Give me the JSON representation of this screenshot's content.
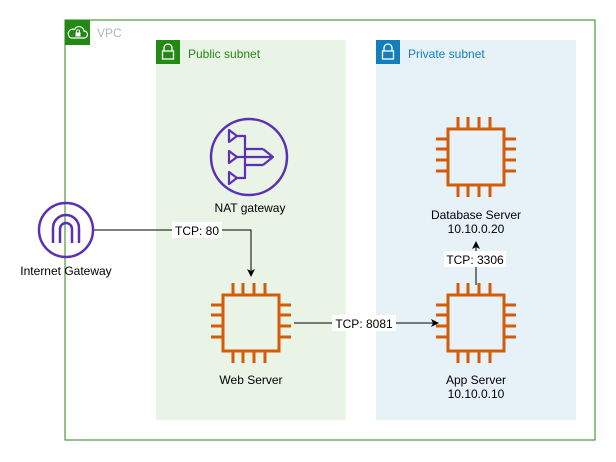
{
  "vpc": {
    "label": "VPC",
    "border_color": "#248814",
    "text_color": "#aab7b8",
    "icon": "vpc-cloud-lock-icon"
  },
  "public_subnet": {
    "label": "Public subnet",
    "fill": "#e9f3e6",
    "accent": "#248814",
    "text_color": "#248814",
    "icon": "lock-icon"
  },
  "private_subnet": {
    "label": "Private subnet",
    "fill": "#e6f2f8",
    "accent": "#147eba",
    "text_color": "#147eba",
    "icon": "lock-icon"
  },
  "nodes": {
    "internet_gateway": {
      "label": "Internet Gateway",
      "icon": "internet-gateway-icon",
      "color": "#5a30b5"
    },
    "nat_gateway": {
      "label": "NAT gateway",
      "icon": "nat-gateway-icon",
      "color": "#5a30b5"
    },
    "web_server": {
      "label": "Web Server",
      "icon": "ec2-instance-icon",
      "color": "#d45b07"
    },
    "app_server": {
      "label": "App Server",
      "ip": "10.10.0.10",
      "icon": "ec2-instance-icon",
      "color": "#d45b07"
    },
    "database_server": {
      "label": "Database Server",
      "ip": "10.10.0.20",
      "icon": "ec2-instance-icon",
      "color": "#d45b07"
    }
  },
  "edges": {
    "igw_to_web": {
      "label": "TCP: 80"
    },
    "web_to_app": {
      "label": "TCP: 8081"
    },
    "app_to_db": {
      "label": "TCP: 3306"
    }
  }
}
